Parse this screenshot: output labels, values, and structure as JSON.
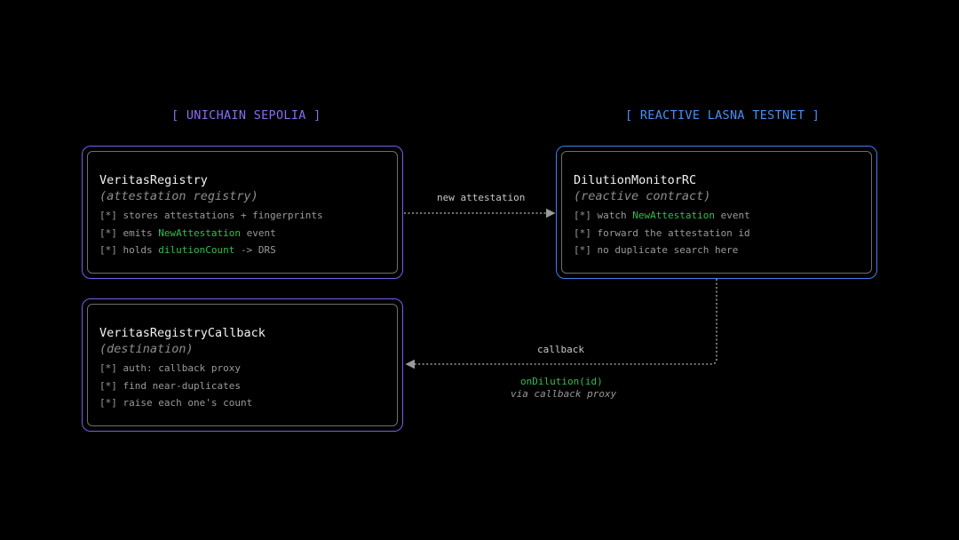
{
  "regions": {
    "left": "[ UNICHAIN SEPOLIA ]",
    "right": "[ REACTIVE LASNA TESTNET ]"
  },
  "colors": {
    "purple": "#7d5ce6",
    "blue": "#3f7fe8",
    "green": "#2fbf4f",
    "inner_border": "#6e6e6e"
  },
  "boxes": {
    "registry": {
      "title": "VeritasRegistry",
      "subtitle": "(attestation registry)",
      "lines": [
        {
          "text": "[*] stores attestations + fingerprints"
        },
        {
          "pre": "[*] emits ",
          "hl": "NewAttestation",
          "post": " event"
        },
        {
          "pre": "[*] holds ",
          "hl": "dilutionCount",
          "post": " -> DRS"
        }
      ]
    },
    "monitor": {
      "title": "DilutionMonitorRC",
      "subtitle": "(reactive contract)",
      "lines": [
        {
          "pre": "[*] watch ",
          "hl": "NewAttestation",
          "post": " event"
        },
        {
          "text": "[*] forward the attestation id"
        },
        {
          "text": "[*] no duplicate search here"
        }
      ]
    },
    "callback": {
      "title": "VeritasRegistryCallback",
      "subtitle": "(destination)",
      "lines": [
        {
          "text": "[*] auth: callback proxy"
        },
        {
          "text": "[*] find near-duplicates"
        },
        {
          "text": "[*] raise each one's count"
        }
      ]
    }
  },
  "edges": {
    "new_attestation": {
      "label": "new attestation"
    },
    "callback": {
      "label": "callback",
      "call": "onDilution(id)",
      "via": "via callback proxy"
    }
  }
}
